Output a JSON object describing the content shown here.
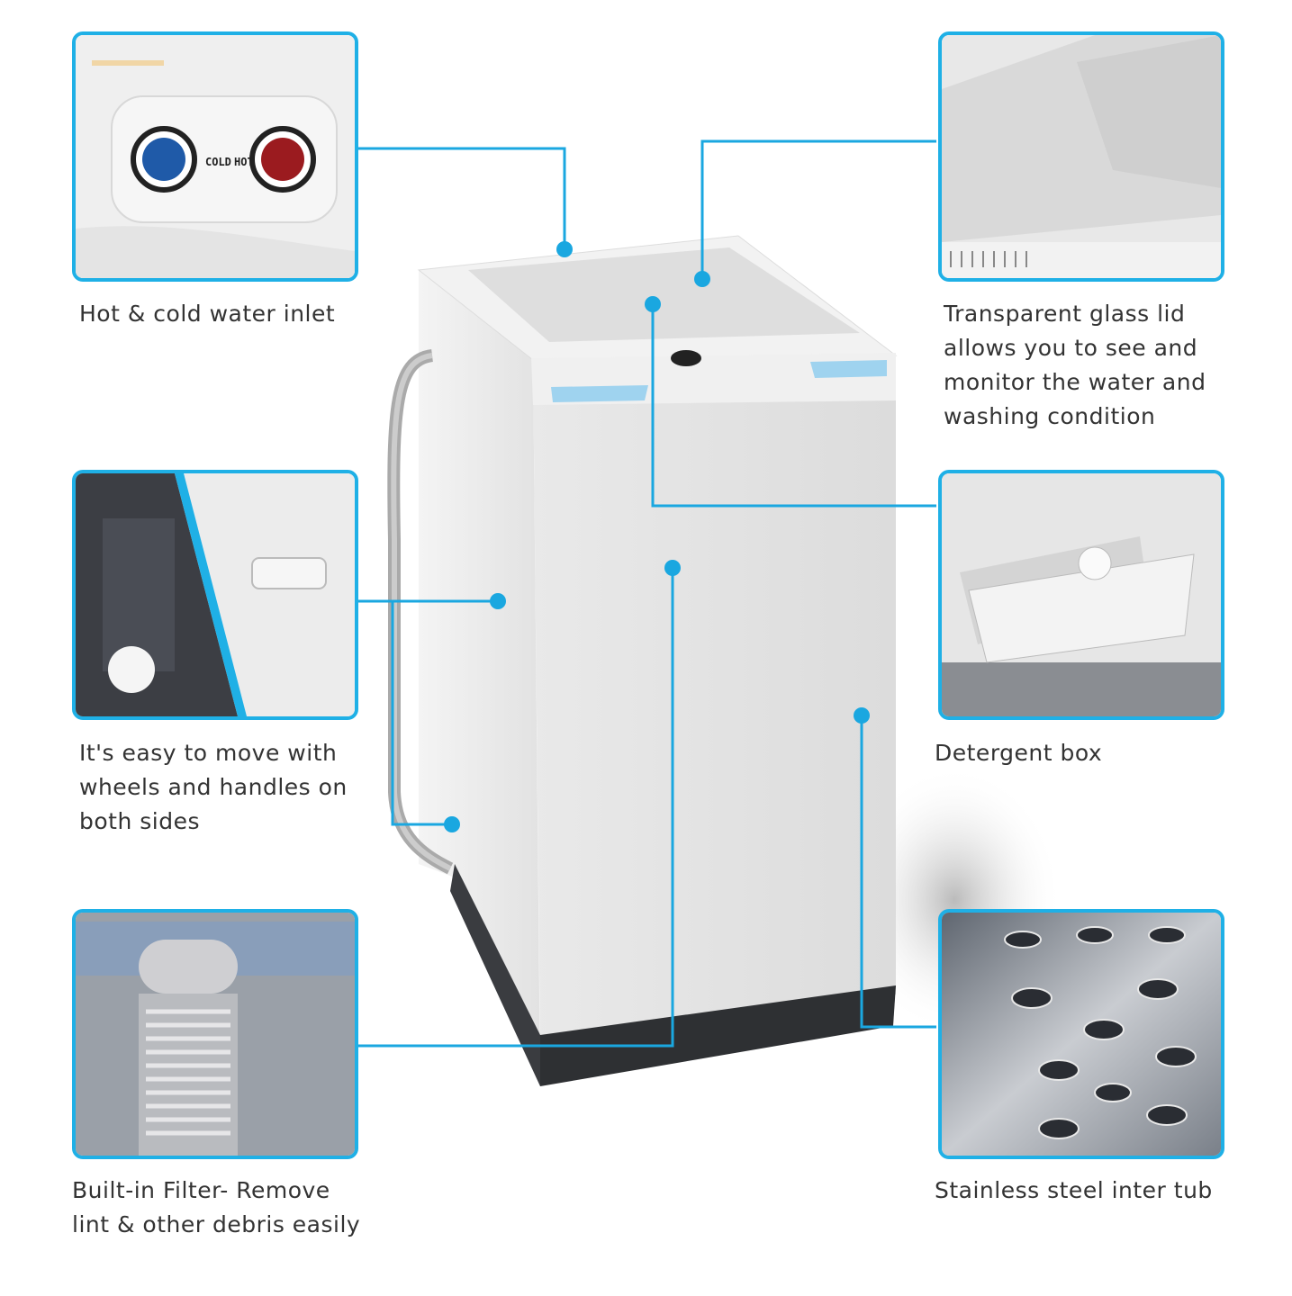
{
  "accent_color": "#1aa7e0",
  "features": [
    {
      "id": "water-inlet",
      "caption": [
        "Hot & cold water inlet"
      ],
      "labels": {
        "cold": "COLD",
        "hot": "HOT"
      }
    },
    {
      "id": "glass-lid",
      "caption": [
        "Transparent glass lid",
        "allows you to see and",
        "monitor the water and",
        "washing condition"
      ]
    },
    {
      "id": "wheels-handles",
      "caption": [
        "It's easy to move with",
        "wheels and handles on",
        "both sides"
      ]
    },
    {
      "id": "detergent-box",
      "caption": [
        "Detergent box"
      ]
    },
    {
      "id": "filter",
      "caption": [
        "Built-in Filter- Remove",
        "lint & other debris easily"
      ]
    },
    {
      "id": "inner-tub",
      "caption": [
        "Stainless steel inter tub"
      ]
    }
  ]
}
